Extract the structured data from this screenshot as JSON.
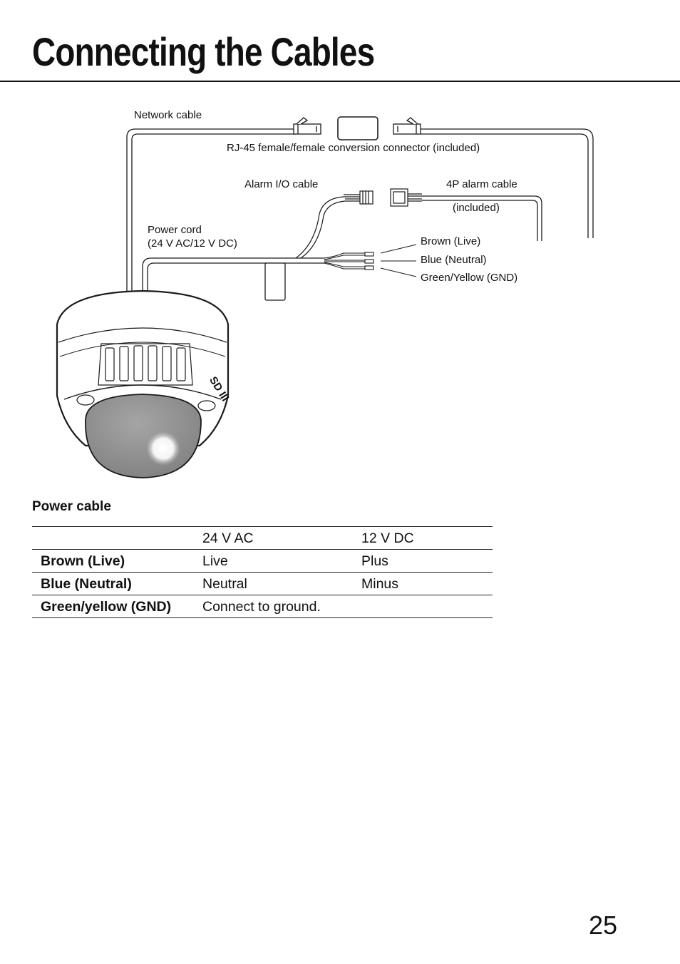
{
  "page": {
    "title": "Connecting the Cables",
    "number": "25"
  },
  "diagram": {
    "labels": {
      "network_cable": "Network cable",
      "rj45_connector": "RJ-45 female/female conversion connector (included)",
      "alarm_io_cable": "Alarm I/O cable",
      "alarm_4p_cable": "4P alarm cable",
      "alarm_4p_included": "(included)",
      "power_cord": "Power cord",
      "power_cord_spec": "(24 V AC/12 V DC)",
      "wire_brown": "Brown (Live)",
      "wire_blue": "Blue (Neutral)",
      "wire_green": "Green/Yellow (GND)",
      "camera_mark": "SD III"
    },
    "colors": {
      "line": "#1a1a1a",
      "dome": "#8c8c8c",
      "housing": "#ffffff"
    }
  },
  "power_table": {
    "heading": "Power cable",
    "columns": [
      "",
      "24 V AC",
      "12 V DC"
    ],
    "rows": [
      {
        "label": "Brown (Live)",
        "ac": "Live",
        "dc": "Plus"
      },
      {
        "label": "Blue (Neutral)",
        "ac": "Neutral",
        "dc": "Minus"
      },
      {
        "label": "Green/yellow (GND)",
        "ac": "Connect to ground.",
        "dc": ""
      }
    ]
  }
}
